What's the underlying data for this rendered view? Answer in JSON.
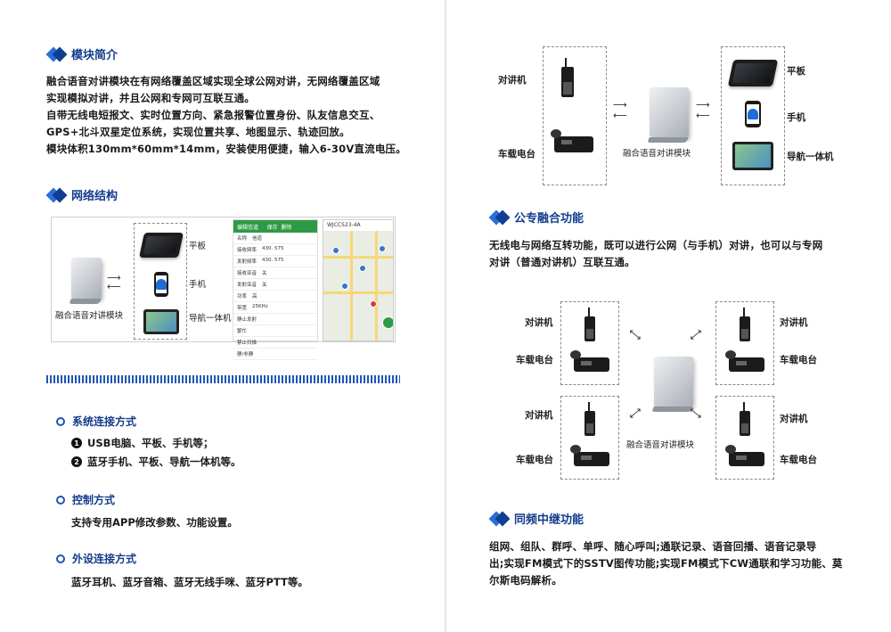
{
  "left": {
    "intro": {
      "title": "模块简介",
      "lines": [
        "融合语音对讲模块在有网络覆盖区域实现全球公网对讲，无网络覆盖区域",
        "实现模拟对讲，并且公网和专网可互联互通。",
        "自带无线电短报文、实时位置方向、紧急报警位置身份、队友信息交互、",
        "GPS+北斗双星定位系统，实现位置共享、地图显示、轨迹回放。",
        "模块体积130mm*60mm*14mm，安装使用便捷，输入6-30V直流电压。"
      ]
    },
    "network": {
      "title": "网络结构",
      "module_label": "融合语音对讲模块",
      "devices": [
        "平板",
        "手机",
        "导航一体机"
      ],
      "app": {
        "header": [
          "编辑信道",
          "保存",
          "删除"
        ],
        "rows": [
          [
            "名称",
            "信道"
          ],
          [
            "接收频率",
            "430. 575"
          ],
          [
            "发射频率",
            "430. 575"
          ],
          [
            "接收亚音",
            "关"
          ],
          [
            "发射亚音",
            "关"
          ],
          [
            "功率",
            "高"
          ],
          [
            "带宽",
            "25KHz"
          ],
          [
            "静止发射",
            ""
          ],
          [
            "繁忙",
            ""
          ],
          [
            "禁止扫描",
            ""
          ],
          [
            "静/非静",
            ""
          ]
        ]
      },
      "map_title": "WJCC523-4A"
    },
    "connect": {
      "title": "系统连接方式",
      "items": [
        {
          "num": "1",
          "text": "USB电脑、平板、手机等；"
        },
        {
          "num": "2",
          "text": "蓝牙手机、平板、导航一体机等。"
        }
      ]
    },
    "control": {
      "title": "控制方式",
      "text": "支持专用APP修改参数、功能设置。"
    },
    "peripheral": {
      "title": "外设连接方式",
      "text": "蓝牙耳机、蓝牙音箱、蓝牙无线手咪、蓝牙PTT等。"
    }
  },
  "right": {
    "top_diagram": {
      "left_labels": [
        "对讲机",
        "车载电台"
      ],
      "module_label": "融合语音对讲模块",
      "right_labels": [
        "平板",
        "手机",
        "导航一体机"
      ]
    },
    "fusion": {
      "title": "公专融合功能",
      "lines": [
        "无线电与网络互转功能，既可以进行公网（与手机）对讲，也可以与专网",
        "对讲（普通对讲机）互联互通。"
      ]
    },
    "fusion_diagram": {
      "walkie": "对讲机",
      "car": "车载电台",
      "module_label": "融合语音对讲模块"
    },
    "relay": {
      "title": "同频中继功能",
      "lines": [
        "组网、组队、群呼、单呼、随心呼叫;通联记录、语音回播、语音记录导",
        "出;实现FM模式下的SSTV图传功能;实现FM模式下CW通联和学习功能、莫",
        "尔斯电码解析。"
      ]
    }
  }
}
